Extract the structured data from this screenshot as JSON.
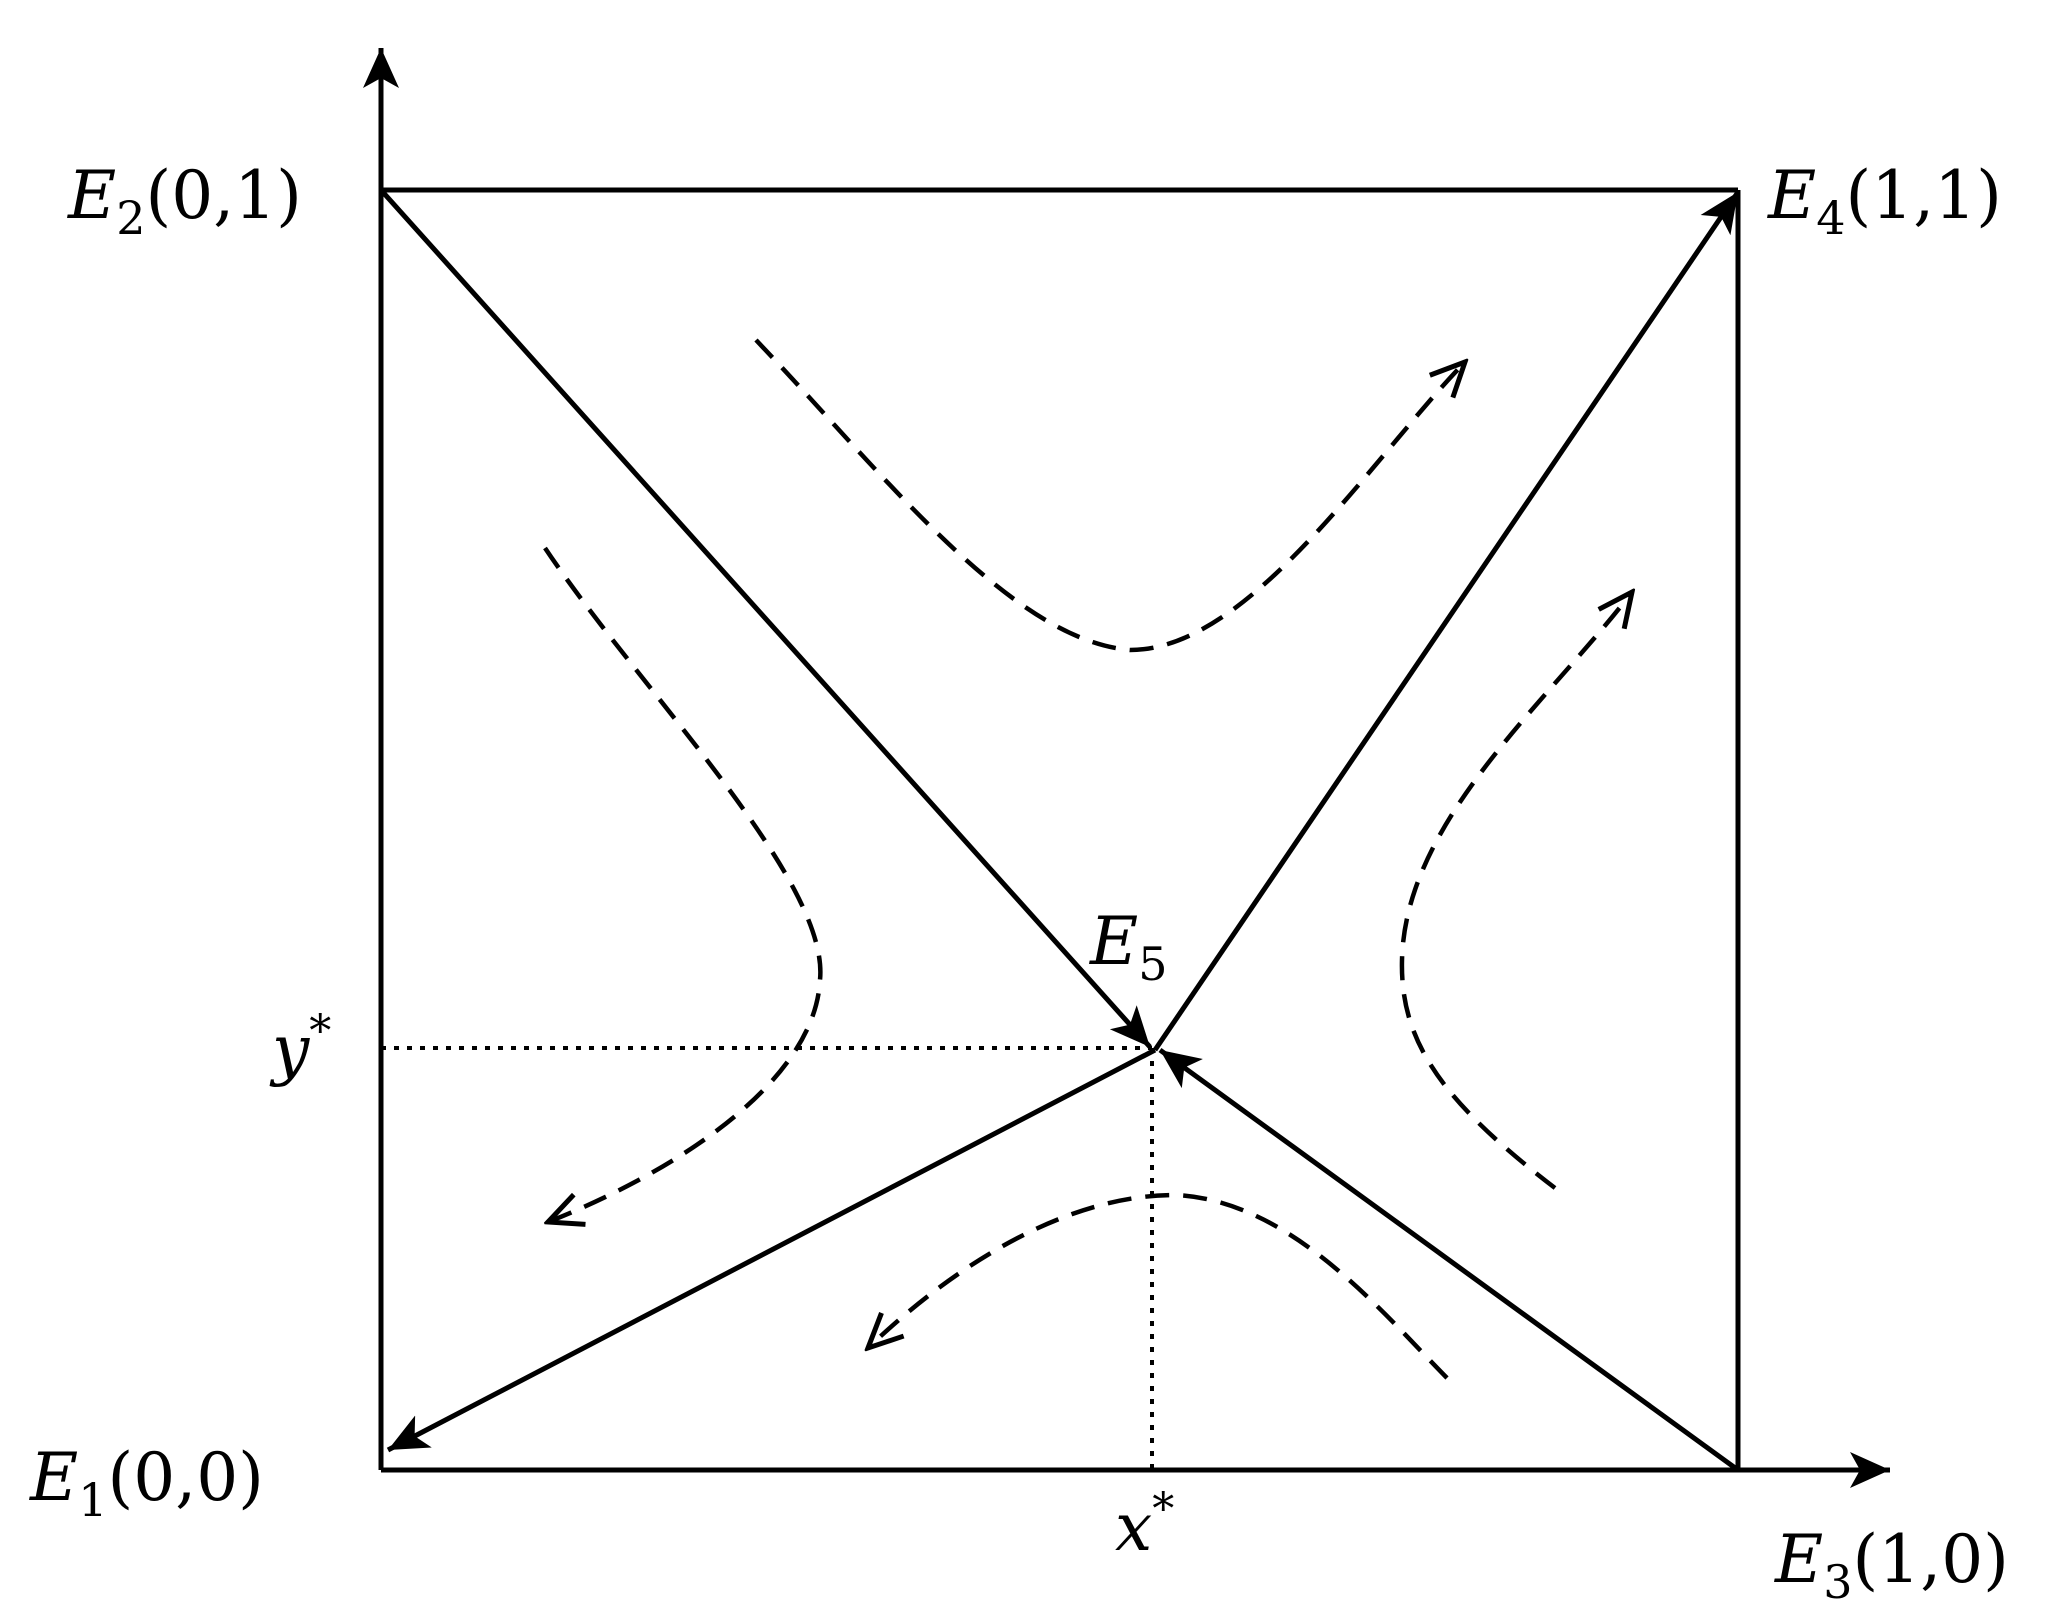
{
  "points": {
    "E1": {
      "letter": "E",
      "sub": "1",
      "coord": "(0,0)"
    },
    "E2": {
      "letter": "E",
      "sub": "2",
      "coord": "(0,1)"
    },
    "E3": {
      "letter": "E",
      "sub": "3",
      "coord": "(1,0)"
    },
    "E4": {
      "letter": "E",
      "sub": "4",
      "coord": "(1,1)"
    },
    "E5": {
      "letter": "E",
      "sub": "5"
    }
  },
  "axes": {
    "x_star": {
      "var": "x",
      "sup": "*"
    },
    "y_star": {
      "var": "y",
      "sup": "*"
    }
  },
  "colors": {
    "ink": "#000000",
    "background": "#ffffff"
  }
}
